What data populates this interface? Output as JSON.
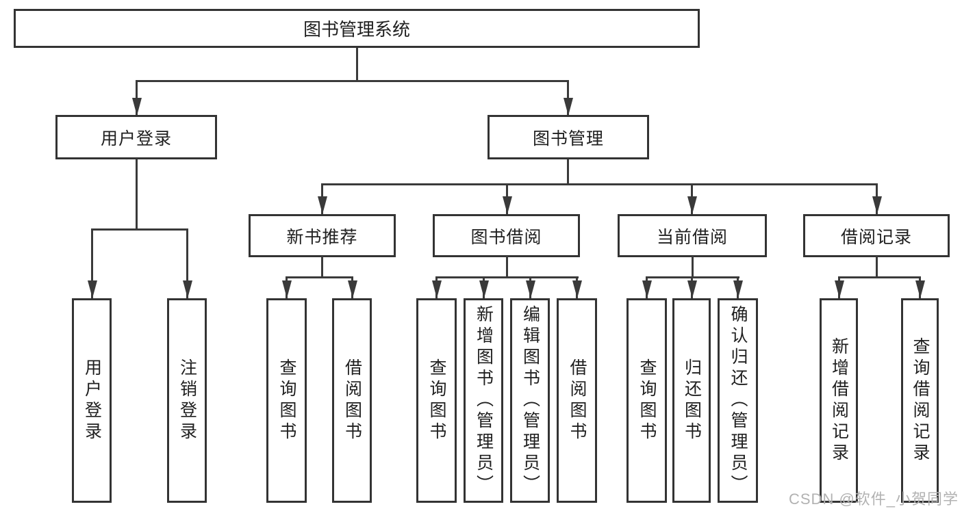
{
  "nodes": {
    "root": {
      "label": "图书管理系统"
    },
    "user_login": {
      "label": "用户登录"
    },
    "book_mgmt": {
      "label": "图书管理"
    },
    "new_book_rec": {
      "label": "新书推荐"
    },
    "book_borrow": {
      "label": "图书借阅"
    },
    "current_borrow": {
      "label": "当前借阅"
    },
    "borrow_records": {
      "label": "借阅记录"
    },
    "leaf_user_login": {
      "label": "用户登录"
    },
    "leaf_logout": {
      "label": "注销登录"
    },
    "leaf_rec_query_book": {
      "label": "查询图书"
    },
    "leaf_rec_borrow_book": {
      "label": "借阅图书"
    },
    "leaf_bb_query_book": {
      "label": "查询图书"
    },
    "leaf_bb_add_book": {
      "label": "新增图书（管理员）"
    },
    "leaf_bb_edit_book": {
      "label": "编辑图书（管理员）"
    },
    "leaf_bb_borrow_book": {
      "label": "借阅图书"
    },
    "leaf_cb_query_book": {
      "label": "查询图书"
    },
    "leaf_cb_return_book": {
      "label": "归还图书"
    },
    "leaf_cb_confirm_return": {
      "label": "确认归还（管理员）"
    },
    "leaf_br_add_record": {
      "label": "新增借阅记录"
    },
    "leaf_br_query_record": {
      "label": "查询借阅记录"
    }
  },
  "watermark": "CSDN @软件_小贺同学",
  "colors": {
    "line": "#3a3a3a",
    "box_border": "#333333",
    "text": "#1f1f1f",
    "watermark": "#b2b2b2",
    "background": "#ffffff"
  }
}
